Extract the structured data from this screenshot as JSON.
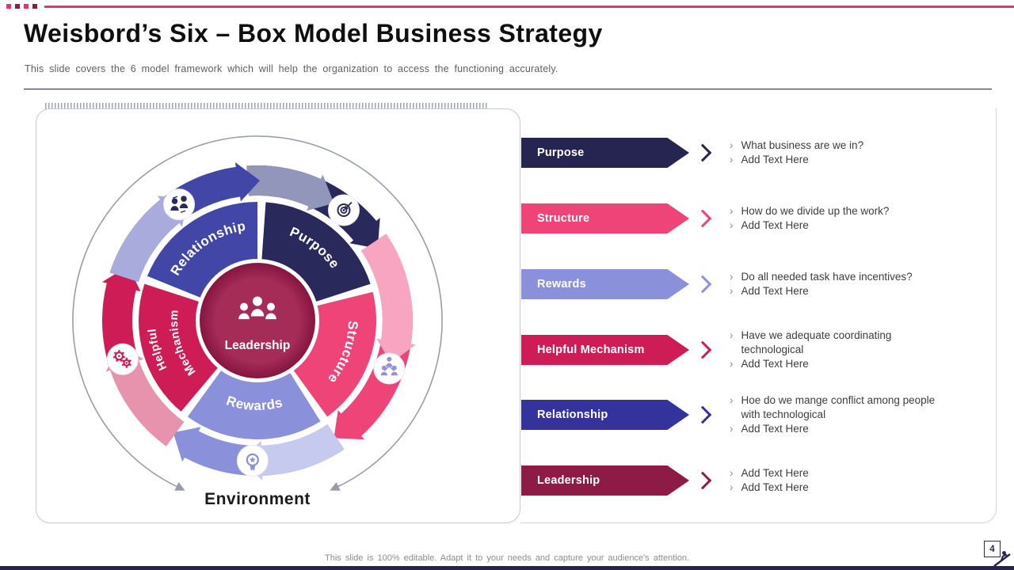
{
  "slide": {
    "title": "Weisbord’s Six – Box Model Business Strategy",
    "subtitle": "This slide covers the 6 model framework which will help the organization to access the functioning accurately.",
    "footer": "This slide is 100% editable. Adapt it to your needs and capture your audience's attention.",
    "page_number": "4"
  },
  "colors": {
    "accent_pink": "#ED2F6E",
    "dark_navy": "#23234E",
    "maroon": "#8E1B45",
    "panel_border": "#C8C8D0"
  },
  "diagram": {
    "environment_label": "Environment",
    "outer_ring_color": "#999DA8",
    "center": {
      "label": "Leadership",
      "inner_color": "#A52C57",
      "outer_color": "#85153F"
    },
    "segments": [
      {
        "label": "Purpose",
        "color": "#2A295B",
        "light_color": "#9396BB",
        "icon": "target-icon",
        "icon_color": "#2A295B"
      },
      {
        "label": "Structure",
        "color": "#EE4478",
        "light_color": "#F7A5C0",
        "icon": "org-hierarchy-icon",
        "icon_color": "#9A8FD8"
      },
      {
        "label": "Rewards",
        "color": "#8B90DA",
        "light_color": "#C7CAEF",
        "icon": "award-icon",
        "icon_color": "#8B90DA"
      },
      {
        "label": "Helpful Mechanism",
        "color": "#CE1D56",
        "light_color": "#E893AD",
        "icon": "gears-icon",
        "icon_color": "#CE1D56"
      },
      {
        "label": "Relationship",
        "color": "#4246A6",
        "light_color": "#A8ABDB",
        "icon": "people-icon",
        "icon_color": "#2A295B"
      }
    ]
  },
  "legend": {
    "rows": [
      {
        "label": "Purpose",
        "color": "#262451",
        "bullets": [
          "What business are we in?",
          "Add Text Here"
        ]
      },
      {
        "label": "Structure",
        "color": "#EE4478",
        "bullets": [
          "How do we divide up the work?",
          "Add Text Here"
        ]
      },
      {
        "label": "Rewards",
        "color": "#8B90DA",
        "bullets": [
          "Do all needed task have incentives?",
          "Add Text Here"
        ]
      },
      {
        "label": "Helpful Mechanism",
        "color": "#CE1D56",
        "bullets": [
          "Have we adequate coordinating technological",
          "Add Text Here"
        ]
      },
      {
        "label": "Relationship",
        "color": "#34339B",
        "bullets": [
          "Hoe do we mange conflict among people with technological",
          "Add Text Here"
        ]
      },
      {
        "label": "Leadership",
        "color": "#8E1B45",
        "bullets": [
          "Add Text Here",
          "Add Text Here"
        ]
      }
    ]
  }
}
